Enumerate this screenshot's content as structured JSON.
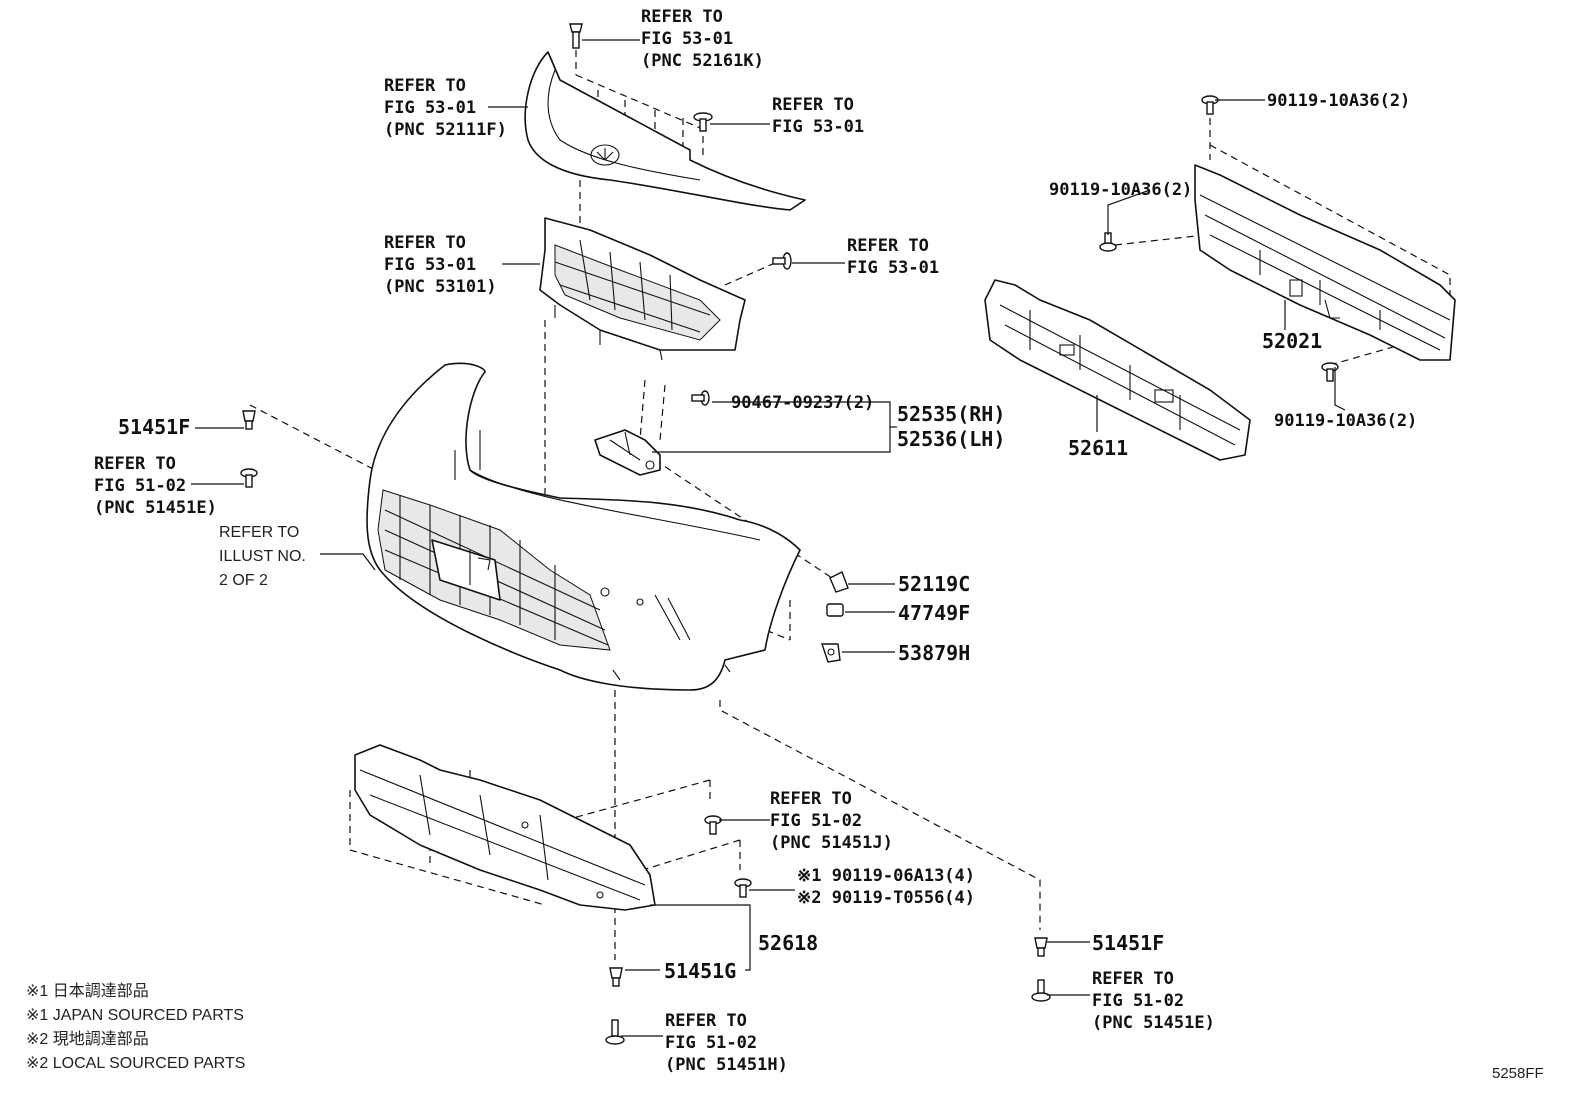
{
  "diagram": {
    "callouts": {
      "ref_52161k": [
        "REFER TO",
        "FIG 53-01",
        "(PNC 52161K)"
      ],
      "ref_52111f": [
        "REFER TO",
        "FIG 53-01",
        "(PNC 52111F)"
      ],
      "ref_fig5301_upper": [
        "REFER TO",
        "FIG 53-01"
      ],
      "ref_53101": [
        "REFER TO",
        "FIG 53-01",
        "(PNC 53101)"
      ],
      "ref_fig5301_grille": [
        "REFER TO",
        "FIG 53-01"
      ],
      "part_51451f_left": "51451F",
      "ref_51451e_left": [
        "REFER TO",
        "FIG 51-02",
        "(PNC 51451E)"
      ],
      "ref_illust": [
        "REFER TO",
        "ILLUST NO.",
        "2 OF 2"
      ],
      "part_90467": "90467-09237(2)",
      "part_52535": "52535(RH)",
      "part_52536": "52536(LH)",
      "part_52119c": "52119C",
      "part_47749f": "47749F",
      "part_53879h": "53879H",
      "part_90119_10a36_top": "90119-10A36(2)",
      "part_90119_10a36_left": "90119-10A36(2)",
      "part_90119_10a36_bottom": "90119-10A36(2)",
      "part_52021": "52021",
      "part_52611": "52611",
      "ref_51451j": [
        "REFER TO",
        "FIG 51-02",
        "(PNC 51451J)"
      ],
      "part_90119_06a13": "※1 90119-06A13(4)",
      "part_90119_t0556": "※2 90119-T0556(4)",
      "part_52618": "52618",
      "part_51451g": "51451G",
      "ref_51451h": [
        "REFER TO",
        "FIG 51-02",
        "(PNC 51451H)"
      ],
      "part_51451f_right": "51451F",
      "ref_51451e_right": [
        "REFER TO",
        "FIG 51-02",
        "(PNC 51451E)"
      ]
    },
    "legend": [
      "※1 日本調達部品",
      "※1 JAPAN SOURCED PARTS",
      "※2 現地調達部品",
      "※2 LOCAL SOURCED PARTS"
    ],
    "figure_code": "5258FF"
  }
}
